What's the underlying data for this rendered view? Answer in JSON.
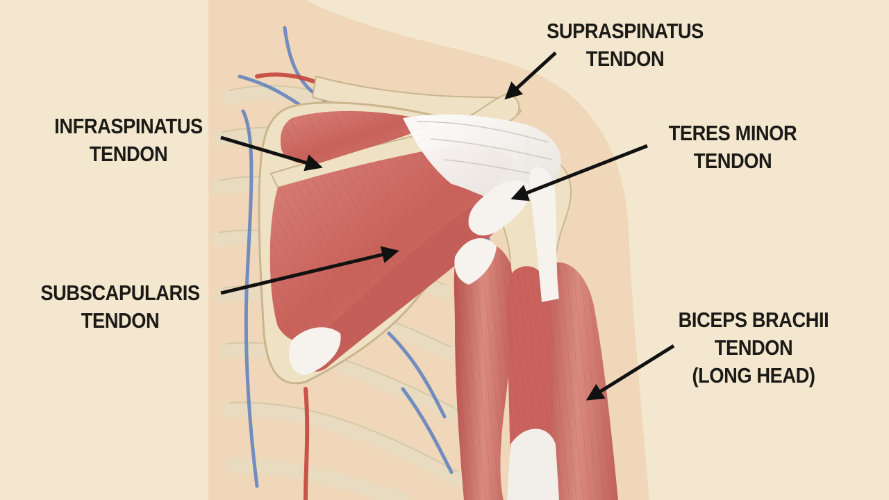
{
  "labels": {
    "supraspinatus": {
      "line1": "SUPRASPINATUS",
      "line2": "TENDON"
    },
    "infraspinatus": {
      "line1": "INFRASPINATUS",
      "line2": "TENDON"
    },
    "teres_minor": {
      "line1": "TERES MINOR",
      "line2": "TENDON"
    },
    "subscapularis": {
      "line1": "SUBSCAPULARIS",
      "line2": "TENDON"
    },
    "biceps": {
      "line1": "BICEPS BRACHII",
      "line2": "TENDON",
      "line3": "(LONG HEAD)"
    }
  },
  "colors": {
    "background": "#f3e8cf",
    "skin": "#ecc9a8",
    "bone": "#efe2c4",
    "muscle": "#cc6b64",
    "tendon": "#f4f1ec",
    "artery": "#c4453c",
    "vein": "#5d7fbf",
    "arrow": "#111111"
  }
}
